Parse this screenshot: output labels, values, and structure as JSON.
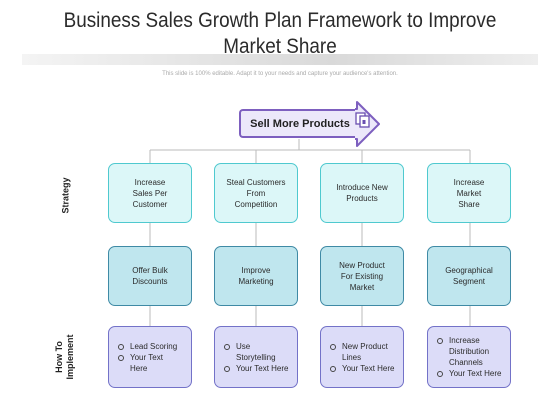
{
  "title_line1": "Business Sales Growth Plan Framework to Improve",
  "title_line2": "Market Share",
  "subtitle": "This slide is 100% editable. Adapt it to your needs and capture your audience's attention.",
  "root": {
    "label": "Sell More Products"
  },
  "row_labels": {
    "strategy": "Strategy",
    "implement_line1": "How To",
    "implement_line2": "Implement"
  },
  "columns": [
    {
      "strategy": [
        "Increase",
        "Sales Per",
        "Customer"
      ],
      "mid": [
        "Offer Bulk",
        "Discounts"
      ],
      "implement": [
        [
          "Lead Scoring"
        ],
        [
          "Your Text",
          "Here"
        ]
      ]
    },
    {
      "strategy": [
        "Steal Customers",
        "From",
        "Competition"
      ],
      "mid": [
        "Improve",
        "Marketing"
      ],
      "implement": [
        [
          "Use",
          "Storytelling"
        ],
        [
          "Your Text Here"
        ]
      ]
    },
    {
      "strategy": [
        "Introduce New",
        "Products"
      ],
      "mid": [
        "New Product",
        "For Existing",
        "Market"
      ],
      "implement": [
        [
          "New Product",
          "Lines"
        ],
        [
          "Your Text Here"
        ]
      ]
    },
    {
      "strategy": [
        "Increase",
        "Market",
        "Share"
      ],
      "mid": [
        "Geographical",
        "Segment"
      ],
      "implement": [
        [
          "Increase",
          "Distribution",
          "Channels"
        ],
        [
          "Your Text Here"
        ]
      ]
    }
  ],
  "colors": {
    "root_border": "#7d5fbf",
    "strategy_border": "#4fc9cf",
    "mid_border": "#3f8aa5",
    "impl_border": "#7372c8"
  }
}
